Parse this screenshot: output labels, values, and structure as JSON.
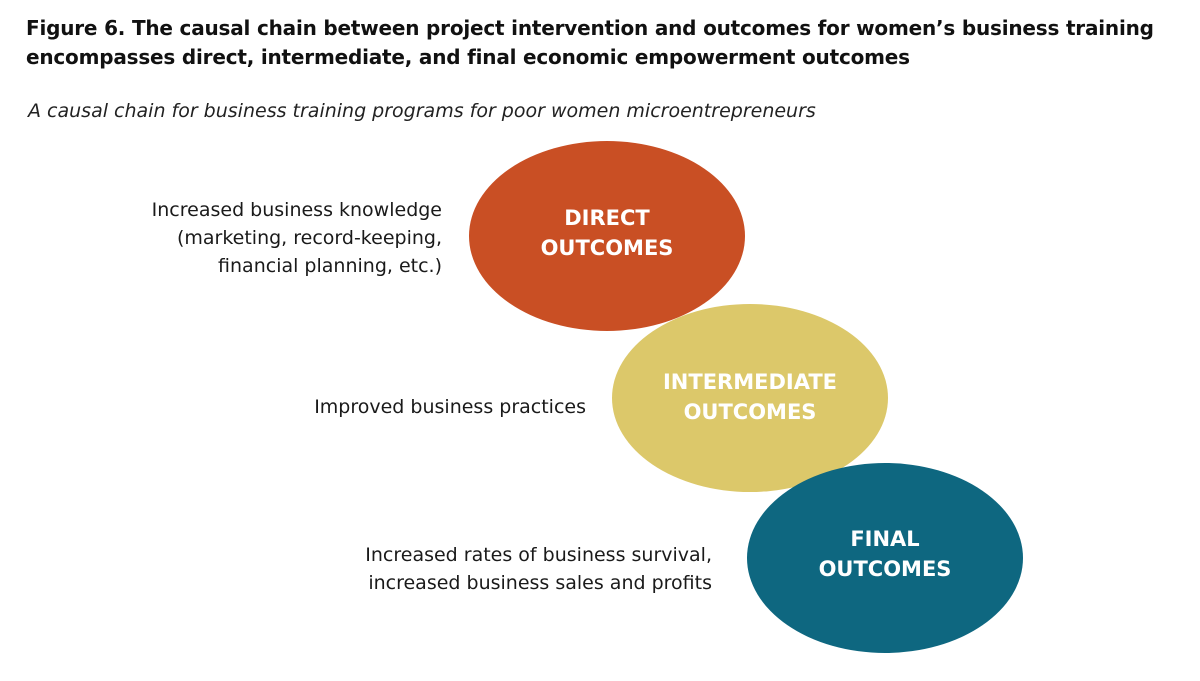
{
  "figure": {
    "title": "Figure 6. The causal chain between project intervention and outcomes for women’s business training encompasses direct, intermediate, and final economic empowerment outcomes",
    "subtitle": "A causal chain for business training programs for poor women microentrepreneurs"
  },
  "nodes": [
    {
      "id": "direct",
      "line1": "DIRECT",
      "line2": "OUTCOMES",
      "color": "#C94F24",
      "description": "Increased business knowledge\n(marketing, record-keeping,\nfinancial planning, etc.)"
    },
    {
      "id": "intermediate",
      "line1": "INTERMEDIATE",
      "line2": "OUTCOMES",
      "color": "#DCC86A",
      "description": "Improved business practices"
    },
    {
      "id": "final",
      "line1": "FINAL",
      "line2": "OUTCOMES",
      "color": "#0E6780",
      "description": "Increased rates of business survival,\nincreased business sales and profits"
    }
  ]
}
